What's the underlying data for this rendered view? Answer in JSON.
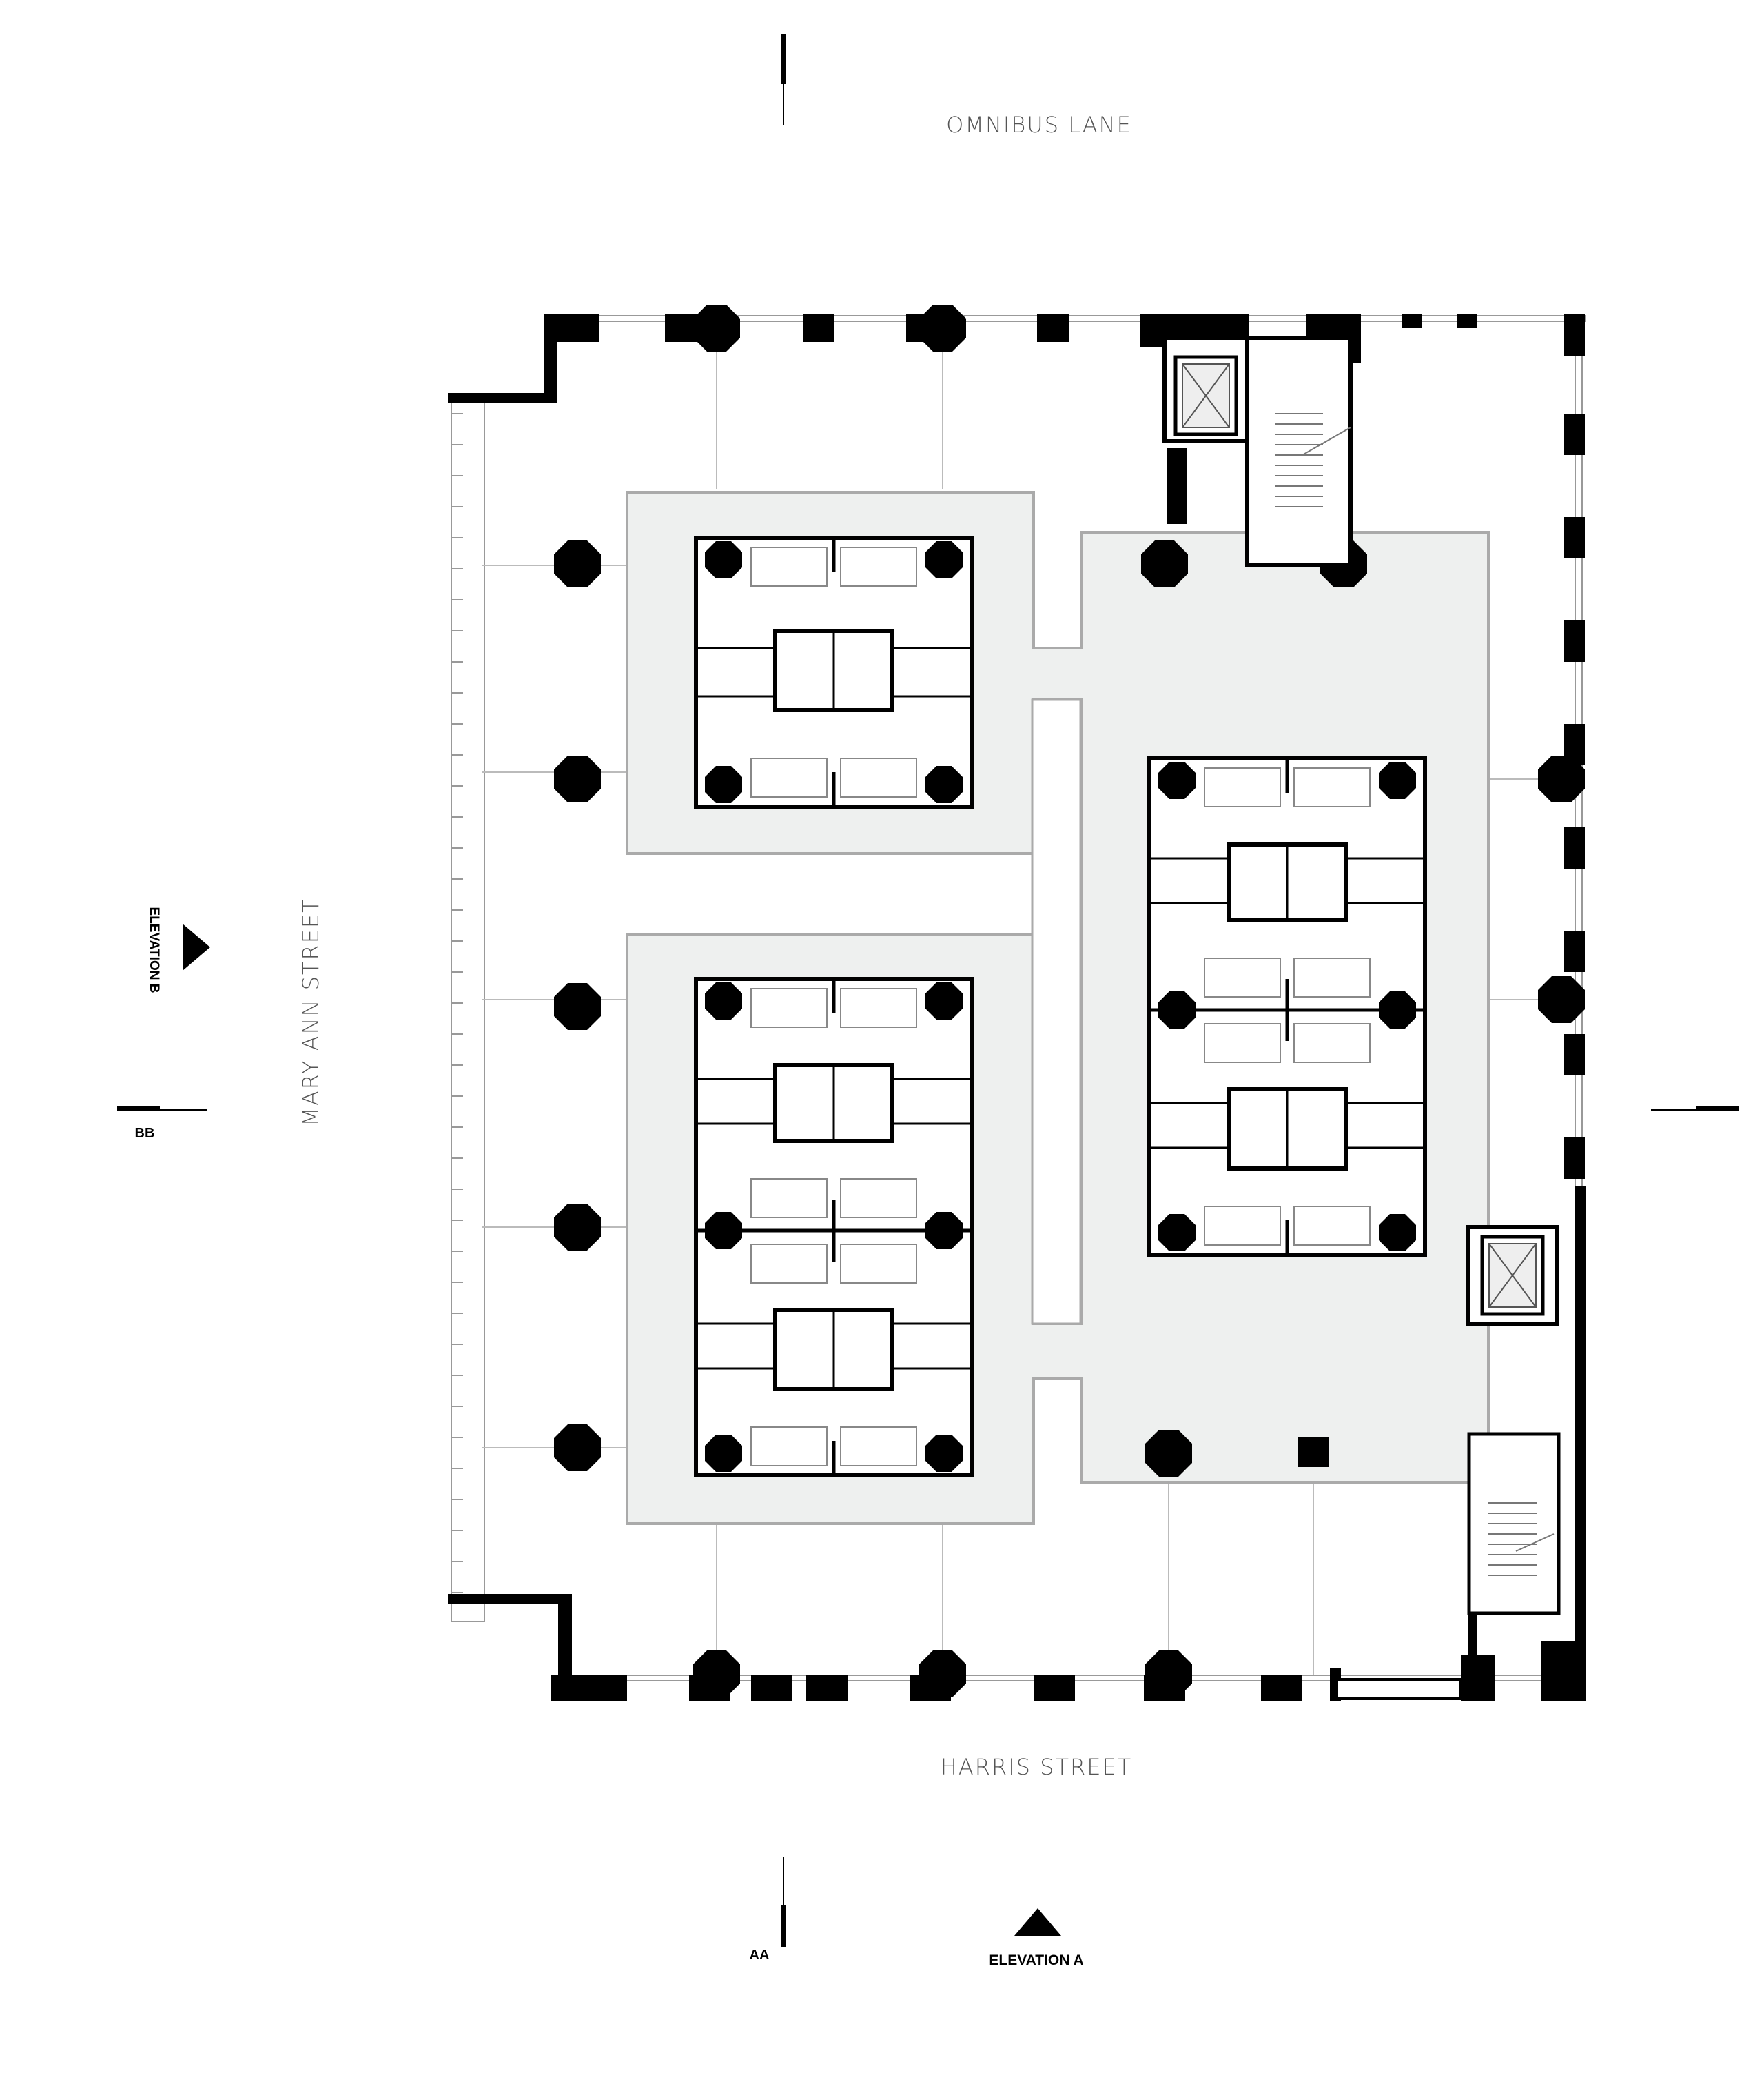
{
  "labels": {
    "north_street": "OMNIBUS LANE",
    "south_street": "HARRIS STREET",
    "west_street": "MARY ANN STREET",
    "elevation_a": "ELEVATION A",
    "elevation_b": "ELEVATION B",
    "section_aa": "AA",
    "section_bb": "BB"
  },
  "colors": {
    "wall": "#000000",
    "deck_fill": "#eef0ef",
    "deck_outline": "#aaaaaa",
    "label_text": "#555555"
  },
  "icons": {
    "elevation_marker": "triangle-icon",
    "column": "octagon-column-icon",
    "lift": "lift-cross-icon",
    "stair": "stair-icon"
  }
}
